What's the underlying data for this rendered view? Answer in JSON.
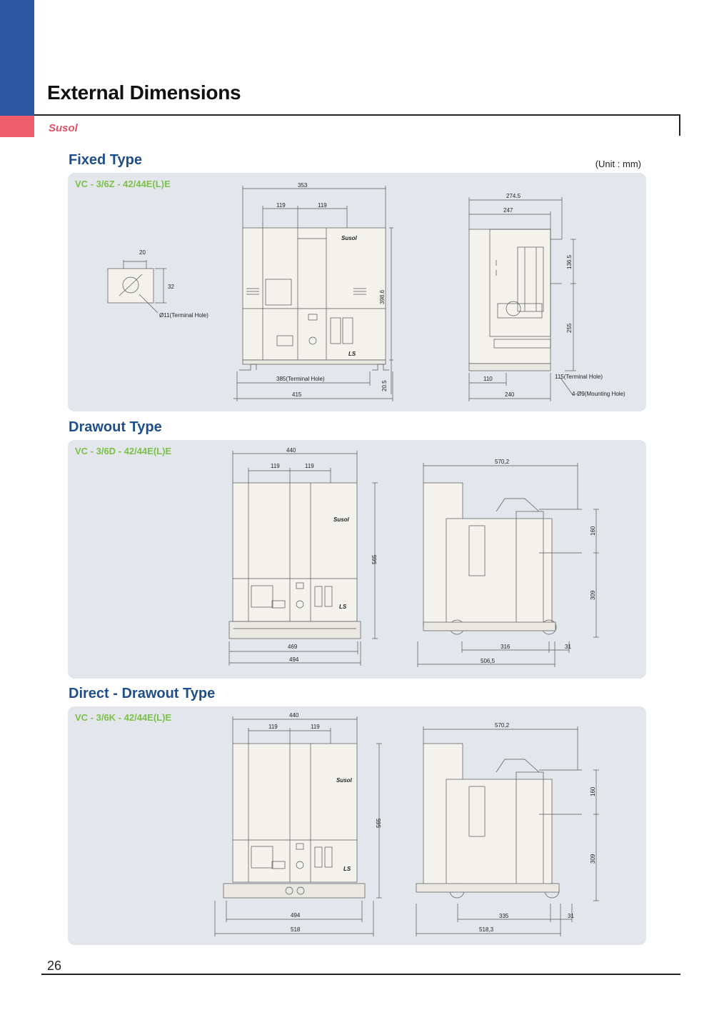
{
  "header": {
    "title": "External Dimensions",
    "brand": "Susol",
    "unit": "(Unit : mm)"
  },
  "sections": {
    "fixed": {
      "title": "Fixed Type",
      "model": "VC - 3/6Z - 42/44E(L)E",
      "dims": {
        "d20": "20",
        "d32": "32",
        "terminal_hole": "Ø11(Terminal Hole)",
        "d353": "353",
        "d119a": "119",
        "d119b": "119",
        "d398_6": "398.6",
        "d385": "385(Terminal Hole)",
        "d415": "415",
        "d20_5": "20.5",
        "d274_5": "274.5",
        "d247": "247",
        "d136_5": "136.5",
        "d255": "255",
        "d110": "110",
        "d240": "240",
        "d115": "115(Terminal Hole)",
        "d_mount": "4-Ø9(Mounting Hole)"
      }
    },
    "drawout": {
      "title": "Drawout Type",
      "model": "VC - 3/6D - 42/44E(L)E",
      "dims": {
        "d440": "440",
        "d119a": "119",
        "d119b": "119",
        "d565": "565",
        "d469": "469",
        "d494": "494",
        "d570_2": "570,2",
        "d160": "160",
        "d309": "309",
        "d316": "316",
        "d31": "31",
        "d506_5": "506,5"
      }
    },
    "direct": {
      "title": "Direct - Drawout Type",
      "model": "VC - 3/6K - 42/44E(L)E",
      "dims": {
        "d440": "440",
        "d119a": "119",
        "d119b": "119",
        "d565": "565",
        "d494": "494",
        "d518": "518",
        "d570_2": "570,2",
        "d160": "160",
        "d309": "309",
        "d335": "335",
        "d31": "31",
        "d518_3": "518,3"
      }
    }
  },
  "drawing_labels": {
    "brand_mark": "Susol",
    "ls_mark": "LS"
  },
  "footer": {
    "page_number": "26"
  }
}
